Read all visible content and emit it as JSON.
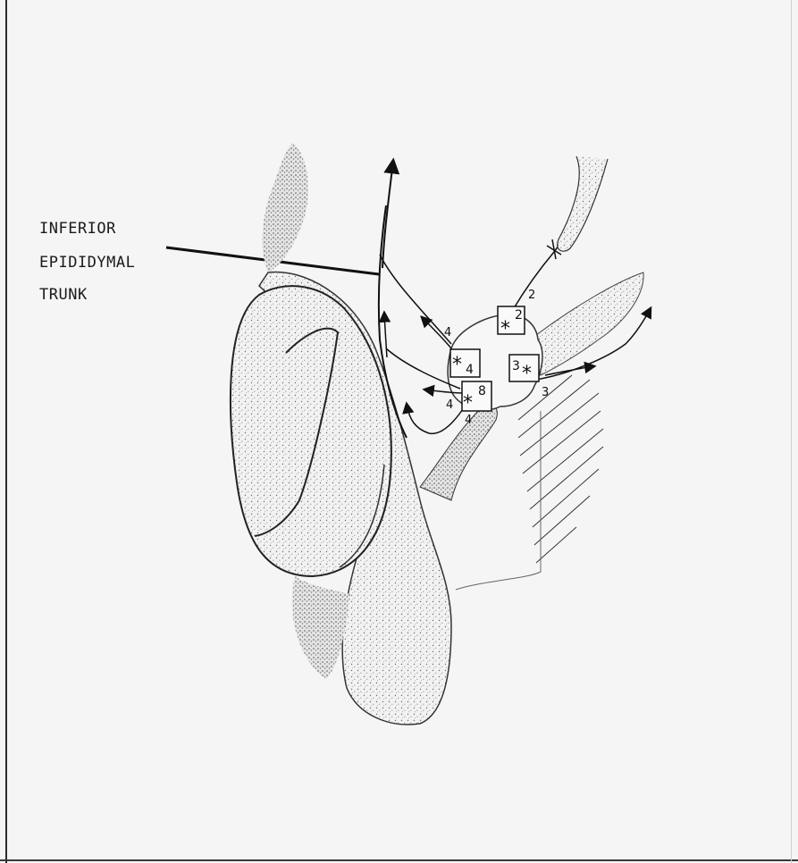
{
  "label": {
    "line1": "INFERIOR",
    "line2": "EPIDIDYMAL",
    "line3": "TRUNK"
  },
  "nodes": [
    {
      "count": "2"
    },
    {
      "count": "4"
    },
    {
      "count": "3"
    },
    {
      "count": "8"
    }
  ],
  "vessel_numbers": {
    "top": "2",
    "left_upper": "4",
    "left_middle": "4",
    "left_lower": "4",
    "right": "3"
  },
  "asterisk": "*"
}
